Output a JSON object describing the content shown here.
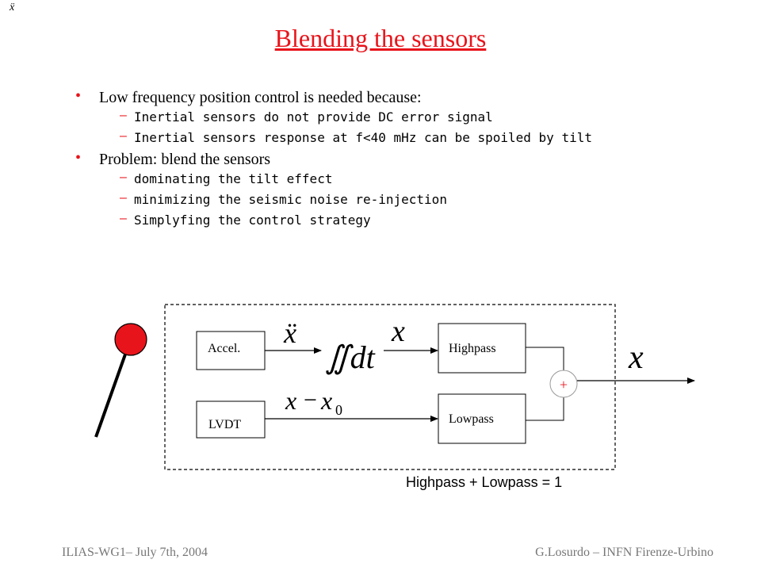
{
  "corner_symbol": "ẍ",
  "title": "Blending the sensors",
  "bullets": [
    {
      "text": "Low frequency position control is needed because:",
      "sub": [
        "Inertial sensors do not provide DC error signal",
        "Inertial sensors response at f<40 mHz can be spoiled by tilt"
      ]
    },
    {
      "text": "Problem: blend the sensors",
      "sub": [
        "dominating the tilt effect",
        "minimizing the seismic noise re-injection",
        "Simplyfing the control strategy"
      ]
    }
  ],
  "diagram": {
    "accel_label": "Accel.",
    "lvdt_label": "LVDT",
    "highpass_label": "Highpass",
    "lowpass_label": "Lowpass",
    "sum_symbol": "+",
    "accel_signal": "ẍ",
    "integral": "∬dt",
    "integrated_signal": "x",
    "lvdt_signal_x": "x",
    "lvdt_signal_op": "−",
    "lvdt_signal_x0": "x",
    "lvdt_signal_sub": "0",
    "output_signal": "x",
    "formula": "Highpass + Lowpass = 1"
  },
  "colors": {
    "accent": "#e8141b",
    "pendulum": "#e8141b",
    "footer": "#777777"
  },
  "footer": {
    "left": "ILIAS-WG1– July 7th, 2004",
    "right": "G.Losurdo – INFN Firenze-Urbino"
  }
}
